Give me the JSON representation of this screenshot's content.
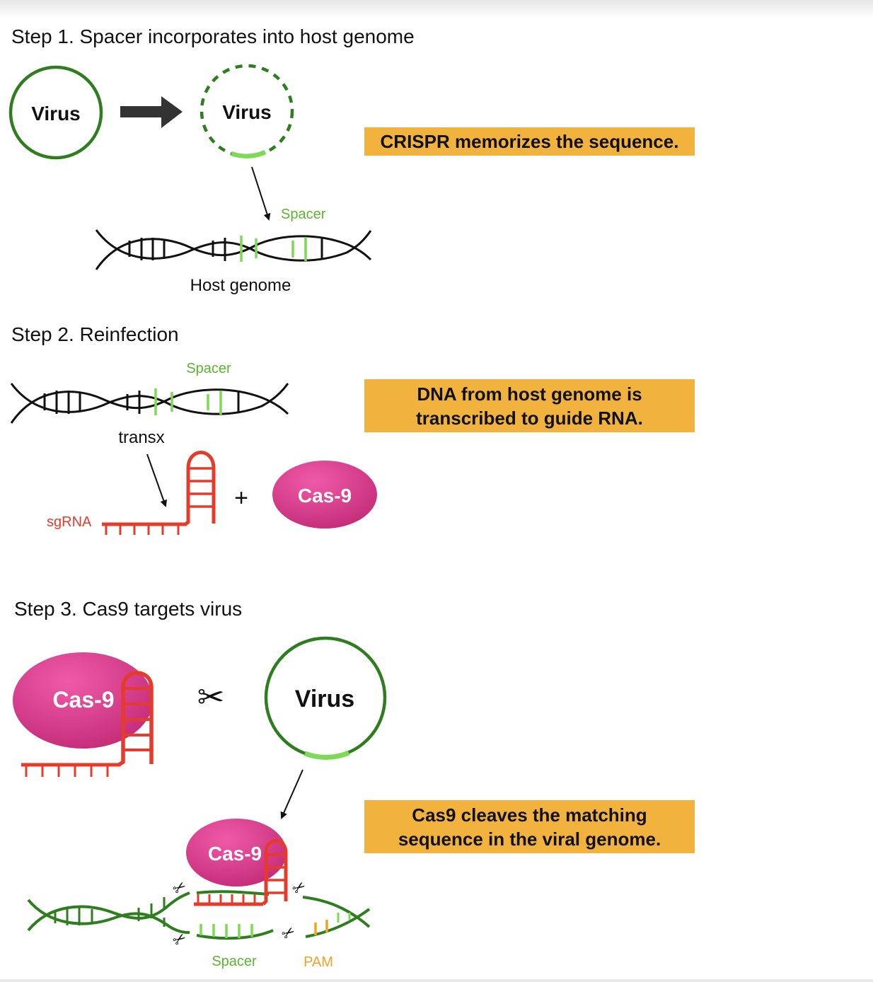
{
  "step1": {
    "heading": "Step 1. Spacer incorporates into host genome",
    "virus_label": "Virus",
    "virus_label_2": "Virus",
    "spacer_label": "Spacer",
    "genome_label": "Host genome",
    "note": "CRISPR memorizes the sequence."
  },
  "step2": {
    "heading": "Step 2. Reinfection",
    "spacer_label": "Spacer",
    "transcription_label": "transx",
    "sgrna_label": "sgRNA",
    "plus": "+",
    "cas9_label": "Cas-9",
    "note": "DNA from host genome is\ntranscribed to guide RNA."
  },
  "step3": {
    "heading": "Step 3. Cas9 targets virus",
    "cas9_label": "Cas-9",
    "virus_label": "Virus",
    "cas9_bound_label": "Cas-9",
    "spacer_label": "Spacer",
    "pam_label": "PAM",
    "note": "Cas9 cleaves the matching\nsequence in the viral genome."
  },
  "icons": [
    "arrow-right-icon",
    "scissors-icon"
  ],
  "colors": {
    "virus_green": "#2e7d1e",
    "spacer_green": "#7ed957",
    "rna_red": "#e43b2a",
    "cas9_pink": "#d63a8a",
    "note_orange": "#f1b33e",
    "pam_orange": "#f0a324"
  }
}
